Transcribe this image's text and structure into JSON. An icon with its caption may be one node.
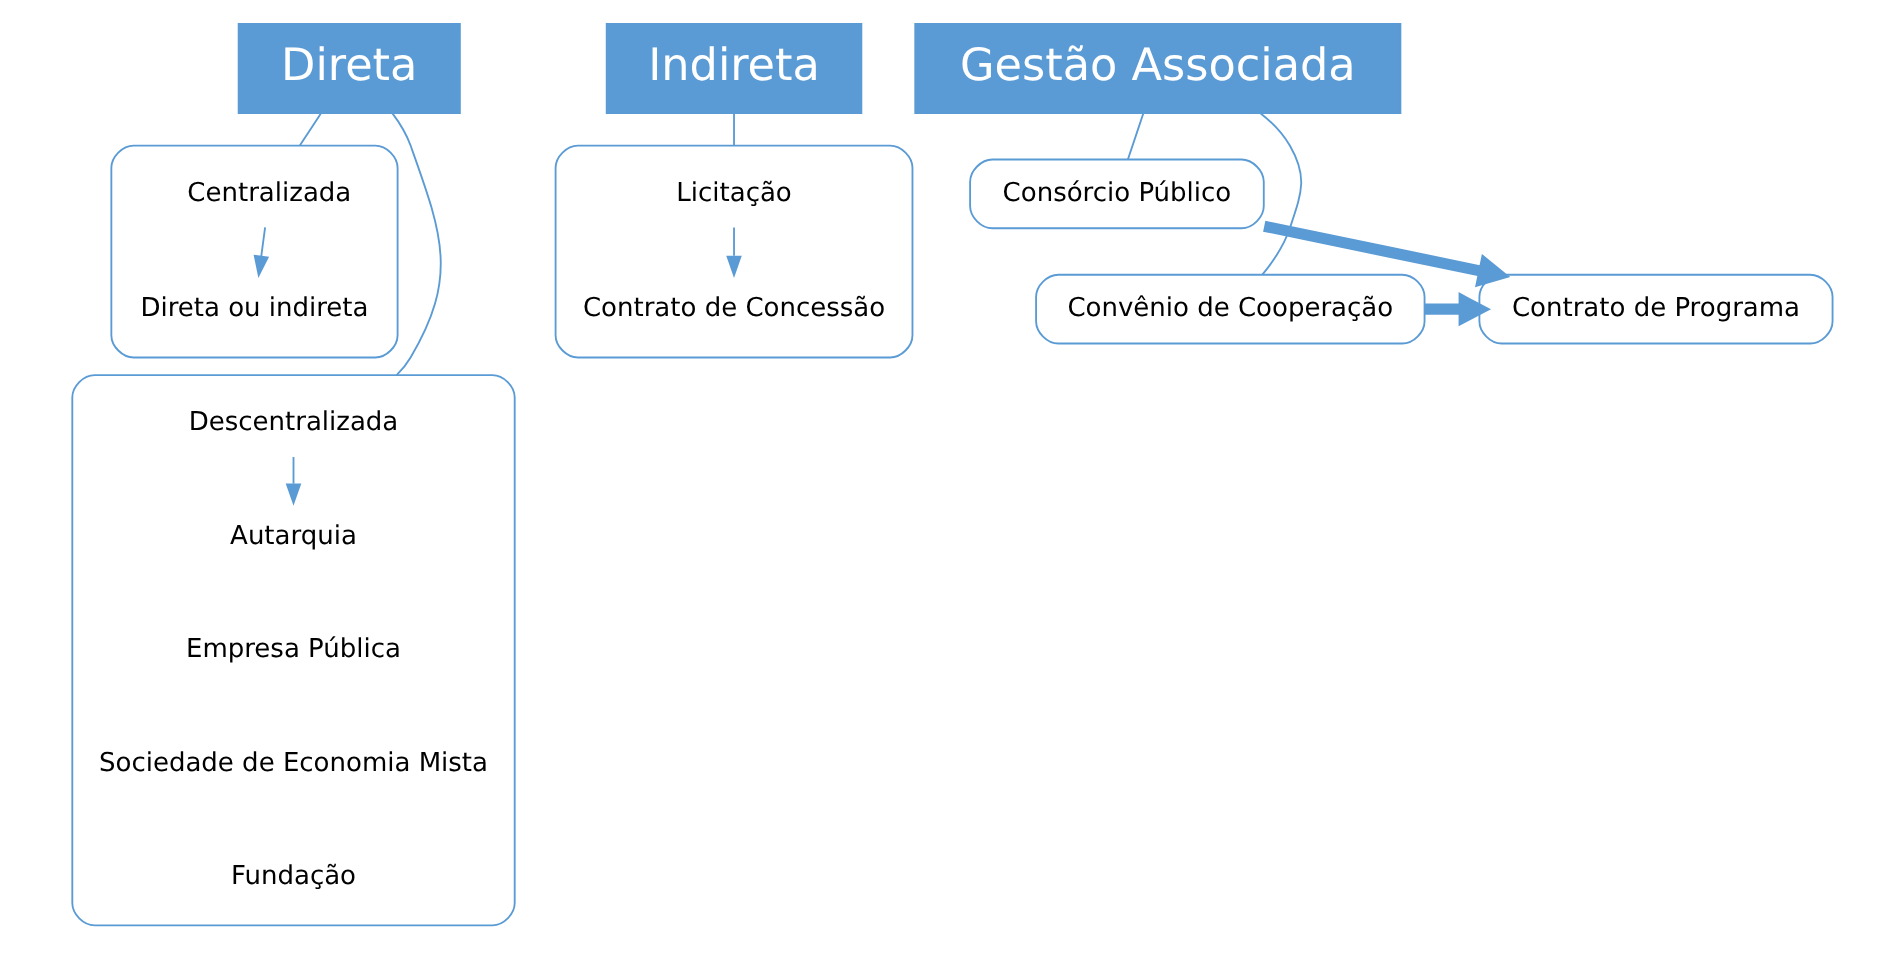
{
  "diagram": {
    "nodes": [
      {
        "text": [
          "Direta"
        ]
      },
      {
        "text": [],
        "shape": "box"
      },
      {
        "text": [
          "Centralizada"
        ],
        "in": 1
      },
      {
        "text": [
          "Direta ou indireta"
        ],
        "in": 1
      },
      {
        "text": [],
        "shape": "box"
      },
      {
        "text": [
          "Descentralizada"
        ],
        "in": 4
      },
      {
        "text": [
          "Autarquia"
        ],
        "in": 4
      },
      {
        "text": [
          "Empresa Pública"
        ],
        "in": 4
      },
      {
        "text": [
          "Sociedade de Economia Mista"
        ],
        "in": 4
      },
      {
        "text": [
          "Fundação"
        ],
        "in": 4
      },
      {
        "text": [
          "Indireta"
        ]
      },
      {
        "text": [],
        "shape": "box"
      },
      {
        "text": [
          "Licitação"
        ],
        "in": 11
      },
      {
        "text": [
          "Contrato de Concessão"
        ],
        "in": 11
      },
      {
        "text": [
          "Gestão Associada"
        ]
      },
      {
        "text": [
          "Consórcio Público"
        ]
      },
      {
        "text": [
          "Convênio de Cooperação"
        ]
      },
      {
        "text": [
          "Contrato de Programa"
        ]
      }
    ],
    "edges": [
      {
        "from": 0,
        "to": 1,
        "arrow": "none"
      },
      {
        "from": 0,
        "to": 4,
        "arrow": "none"
      },
      {
        "from": 2,
        "to": 3,
        "arrow": "to"
      },
      {
        "from": 5,
        "to": 6,
        "arrow": "to"
      },
      {
        "from": 10,
        "to": 11,
        "arrow": "none"
      },
      {
        "from": 12,
        "to": 13,
        "arrow": "to"
      },
      {
        "from": 14,
        "to": 15,
        "arrow": "none"
      },
      {
        "from": 14,
        "to": 16,
        "arrow": "none"
      },
      {
        "from": 15,
        "to": 17,
        "arrow": "to",
        "style": "thick"
      },
      {
        "from": 16,
        "to": 17,
        "arrow": "to",
        "style": "thick"
      }
    ]
  }
}
